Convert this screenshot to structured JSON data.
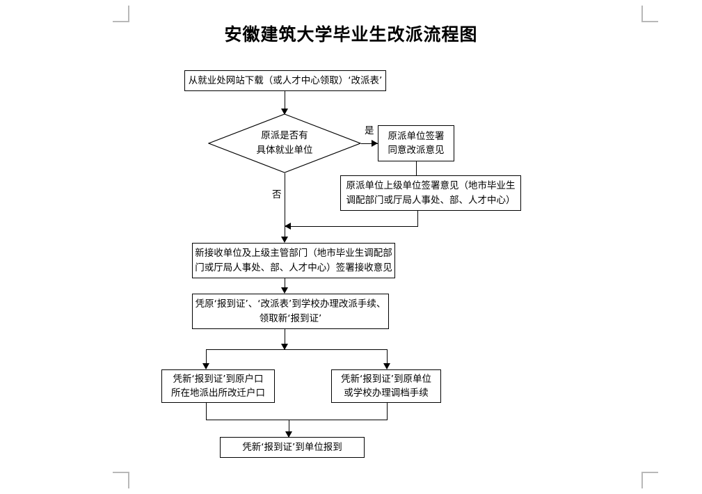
{
  "document": {
    "title": "安徽建筑大学毕业生改派流程图",
    "page_background": "#ffffff",
    "line_color": "#000000",
    "crop_mark_color": "#b8b8b8"
  },
  "flowchart": {
    "type": "flowchart",
    "nodes": [
      {
        "id": "download-form",
        "shape": "rect",
        "lines": [
          "从就业处网站下载（或人才中心领取）‘改派表’"
        ]
      },
      {
        "id": "decision-has-employer",
        "shape": "diamond",
        "lines": [
          "原派是否有",
          "具体就业单位"
        ]
      },
      {
        "id": "original-unit-sign",
        "shape": "rect",
        "lines": [
          "原派单位签署",
          "同意改派意见"
        ]
      },
      {
        "id": "superior-unit-sign",
        "shape": "rect",
        "lines": [
          "原派单位上级单位签署意见（地市毕业生",
          "调配部门或厅局人事处、部、人才中心）"
        ]
      },
      {
        "id": "new-receiving-unit-sign",
        "shape": "rect",
        "lines": [
          "新接收单位及上级主管部门（地市毕业生调配部",
          "门或厅局人事处、部、人才中心）签署接收意见"
        ]
      },
      {
        "id": "school-process-transfer",
        "shape": "rect",
        "lines": [
          "凭原‘报到证’、‘改派表’到学校办理改派手续、",
          "领取新‘报到证’"
        ]
      },
      {
        "id": "police-station-hukou",
        "shape": "rect",
        "lines": [
          "凭新‘报到证’到原户口",
          "所在地派出所改迁户口"
        ]
      },
      {
        "id": "archive-transfer",
        "shape": "rect",
        "lines": [
          "凭新‘报到证’到原单位",
          "或学校办理调档手续"
        ]
      },
      {
        "id": "report-to-unit",
        "shape": "rect",
        "lines": [
          "凭新‘报到证’到单位报到"
        ]
      }
    ],
    "branch_labels": {
      "yes": "是",
      "no": "否"
    },
    "edges": [
      {
        "from": "download-form",
        "to": "decision-has-employer",
        "label": ""
      },
      {
        "from": "decision-has-employer",
        "to": "original-unit-sign",
        "label": "是"
      },
      {
        "from": "original-unit-sign",
        "to": "superior-unit-sign",
        "label": ""
      },
      {
        "from": "superior-unit-sign",
        "to": "new-receiving-unit-sign",
        "label": ""
      },
      {
        "from": "decision-has-employer",
        "to": "new-receiving-unit-sign",
        "label": "否"
      },
      {
        "from": "new-receiving-unit-sign",
        "to": "school-process-transfer",
        "label": ""
      },
      {
        "from": "school-process-transfer",
        "to": "police-station-hukou",
        "label": ""
      },
      {
        "from": "school-process-transfer",
        "to": "archive-transfer",
        "label": ""
      },
      {
        "from": "police-station-hukou",
        "to": "report-to-unit",
        "label": ""
      },
      {
        "from": "archive-transfer",
        "to": "report-to-unit",
        "label": ""
      }
    ]
  }
}
